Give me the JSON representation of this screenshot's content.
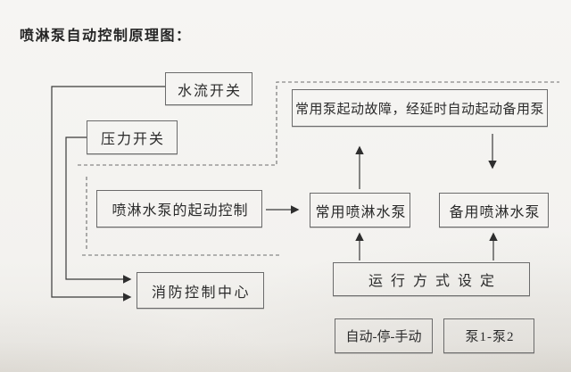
{
  "title": "喷淋泵自动控制原理图：",
  "colors": {
    "paper": "#f3f2ef",
    "solid_line": "#3a3a3a",
    "dashed_line": "#6e6e6e",
    "box_border": "#6b6b6b",
    "text": "#2b2b2b"
  },
  "nodes": {
    "water_flow_switch": {
      "label": "水流开关"
    },
    "pressure_switch": {
      "label": "压力开关"
    },
    "fault_note": {
      "label": "常用泵起动故障，经延时自动起动备用泵"
    },
    "start_control": {
      "label": "喷淋水泵的起动控制"
    },
    "main_pump": {
      "label": "常用喷淋水泵"
    },
    "backup_pump": {
      "label": "备用喷淋水泵"
    },
    "fire_center": {
      "label": "消防控制中心"
    },
    "mode_setting": {
      "label": "运行方式设定"
    },
    "auto_stop_manual": {
      "label": "自动-停-手动"
    },
    "pump1_pump2": {
      "label": "泵1-泵2"
    }
  },
  "connectors": [
    {
      "from": "water_flow_switch",
      "to": "fire_center",
      "style": "solid-arrow"
    },
    {
      "from": "pressure_switch",
      "to": "fire_center",
      "style": "solid-arrow"
    },
    {
      "from": "start_control",
      "to": "main_pump",
      "style": "solid-arrow"
    },
    {
      "from": "main_pump",
      "to": "fault_note",
      "style": "solid-arrow-up"
    },
    {
      "from": "fault_note",
      "to": "backup_pump",
      "style": "solid-arrow-down"
    },
    {
      "from": "mode_setting",
      "to": "main_pump",
      "style": "solid-arrow-up"
    },
    {
      "from": "mode_setting",
      "to": "backup_pump",
      "style": "solid-arrow-up"
    },
    {
      "style": "dashed-boundary",
      "note": "dashed region separators around start-control group and fault-note group"
    }
  ]
}
